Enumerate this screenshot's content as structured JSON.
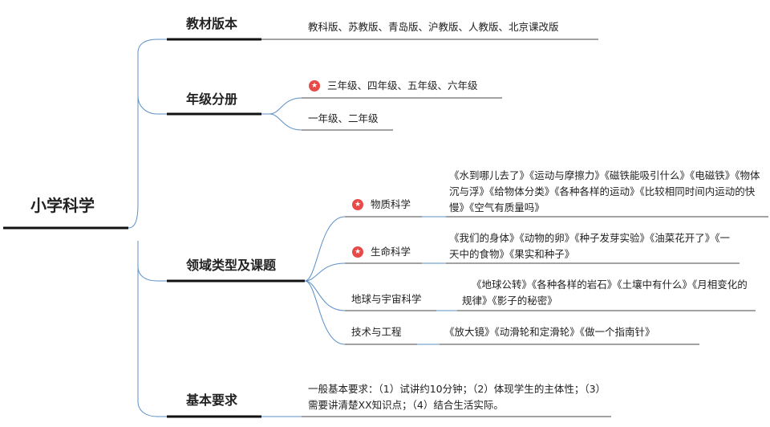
{
  "root": {
    "label": "小学科学"
  },
  "branches": [
    {
      "label": "教材版本",
      "children": [
        {
          "text": "教科版、苏教版、青岛版、沪教版、人教版、北京课改版"
        }
      ]
    },
    {
      "label": "年级分册",
      "children": [
        {
          "text": "三年级、四年级、五年级、六年级",
          "starred": true
        },
        {
          "text": "一年级、二年级"
        }
      ]
    },
    {
      "label": "领域类型及课题",
      "children": [
        {
          "label": "物质科学",
          "starred": true,
          "topics": "《水到哪儿去了》《运动与摩擦力》《磁铁能吸引什么》《电磁铁》《物体沉与浮》《给物体分类》《各种各样的运动》《比较相同时间内运动的快慢》《空气有质量吗》"
        },
        {
          "label": "生命科学",
          "starred": true,
          "topics": "《我们的身体》《动物的卵》《种子发芽实验》《油菜花开了》《一天中的食物》《果实和种子》"
        },
        {
          "label": "地球与宇宙科学",
          "topics": "《地球公转》《各种各样的岩石》《土壤中有什么》《月相变化的规律》《影子的秘密》"
        },
        {
          "label": "技术与工程",
          "topics": "《放大镜》《动滑轮和定滑轮》《做一个指南针》"
        }
      ]
    },
    {
      "label": "基本要求",
      "children": [
        {
          "text": "一般基本要求：（1）试讲约10分钟；（2）体现学生的主体性；（3）需要讲清楚XX知识点；（4）结合生活实际。"
        }
      ]
    }
  ],
  "colors": {
    "connector": "#5b8fc7",
    "underline_thick": "#111111",
    "underline_thin": "#444444",
    "star": "#e84a4a"
  },
  "icons": {
    "star": "star-icon"
  }
}
